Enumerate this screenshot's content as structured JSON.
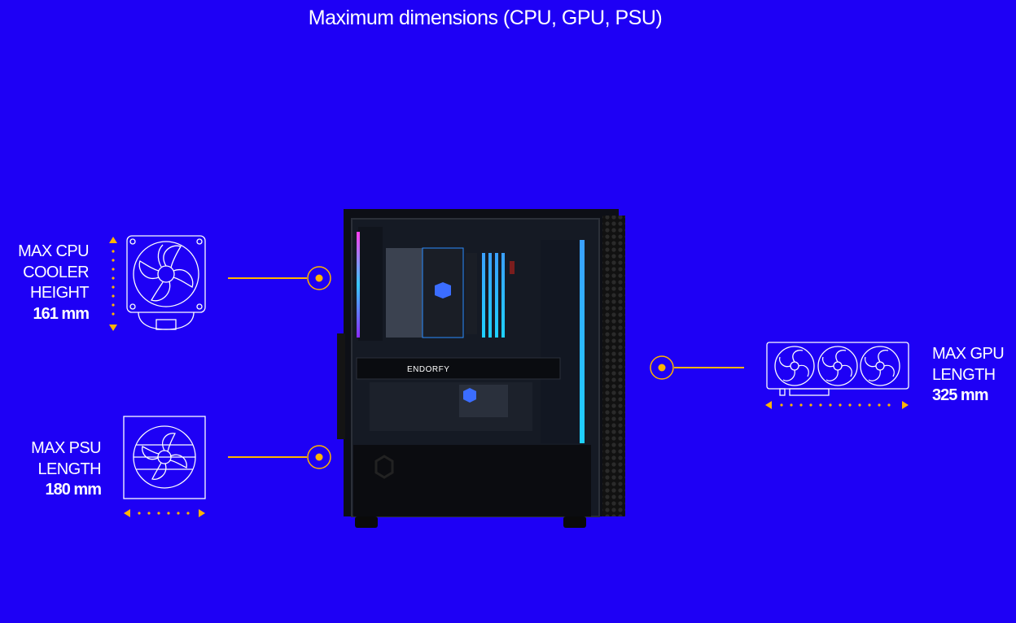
{
  "page": {
    "title": "Maximum dimensions (CPU, GPU, PSU)"
  },
  "cpu": {
    "label_line1": "MAX CPU",
    "label_line2": "COOLER",
    "label_line3": "HEIGHT",
    "value": "161 mm"
  },
  "psu": {
    "label_line1": "MAX PSU",
    "label_line2": "LENGTH",
    "value": "180 mm"
  },
  "gpu": {
    "label_line1": "MAX GPU",
    "label_line2": "LENGTH",
    "value": "325 mm"
  },
  "case": {
    "gpu_brand": "ENDORFY"
  },
  "colors": {
    "background": "#1e00f5",
    "accent": "#ffb400",
    "text": "#ffffff"
  }
}
